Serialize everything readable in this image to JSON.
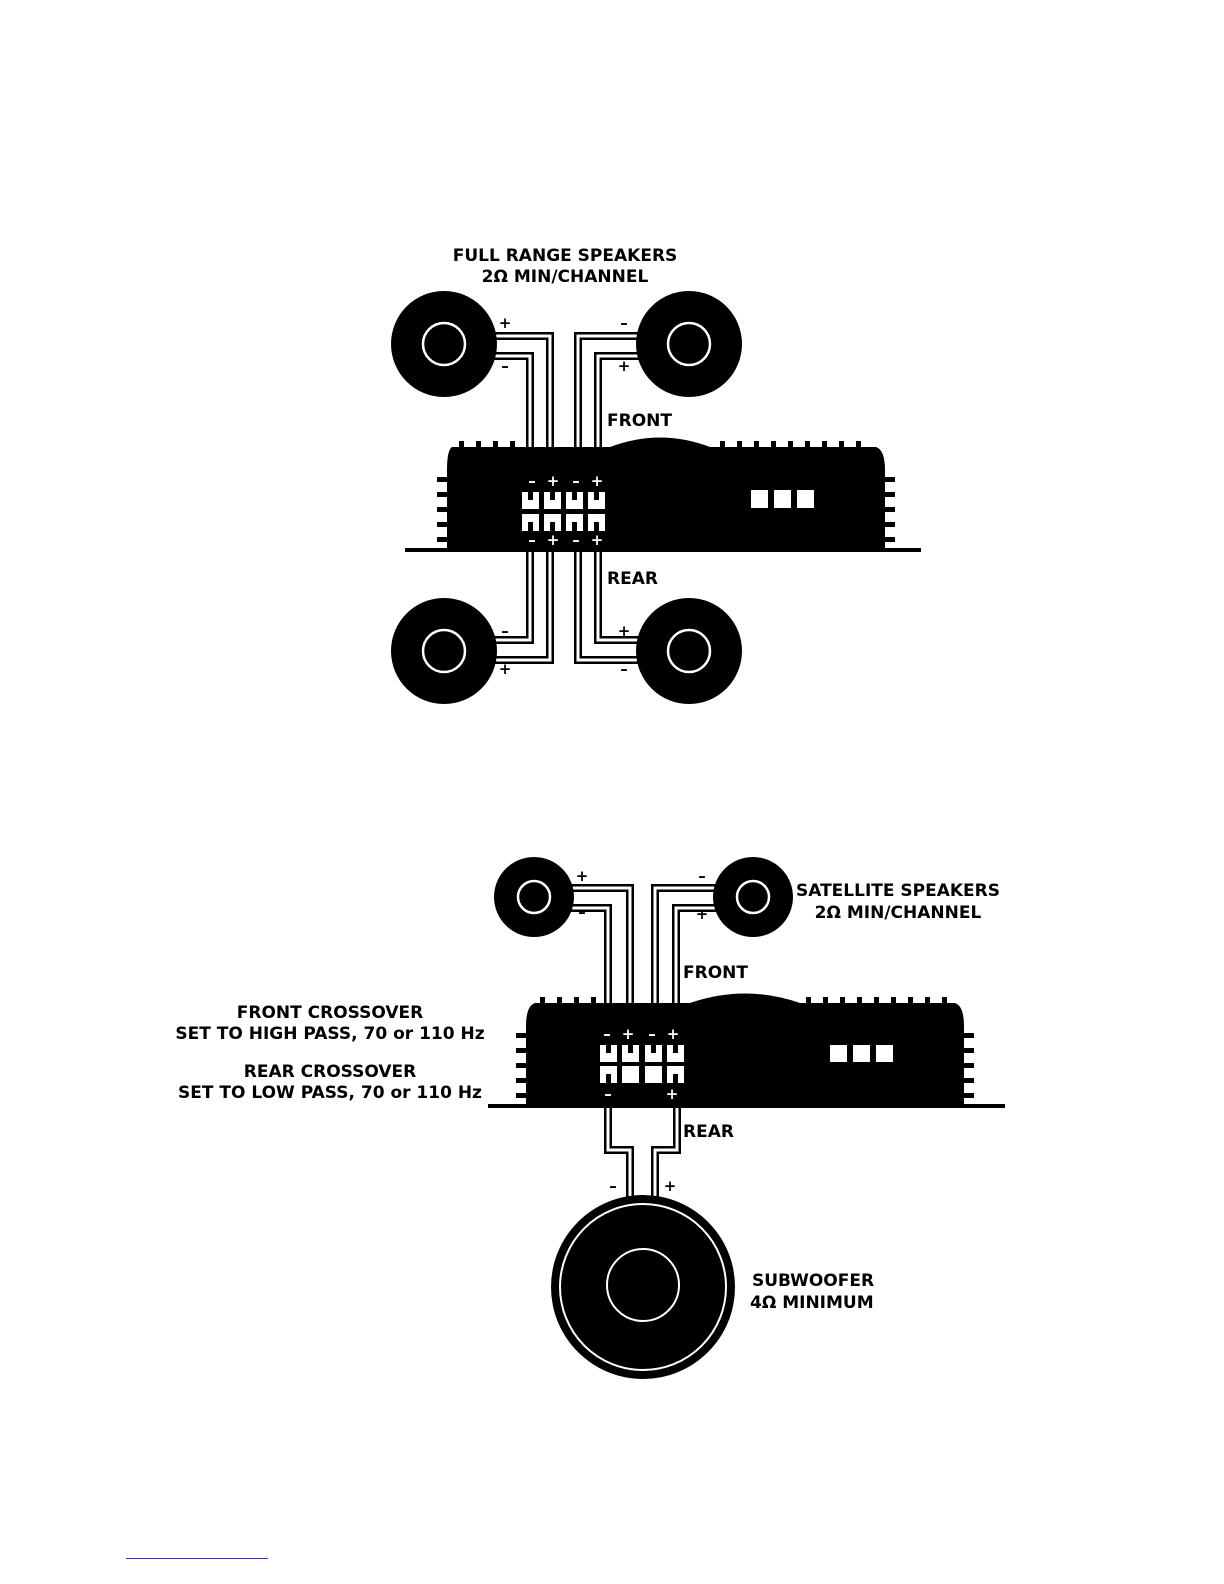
{
  "diagram1": {
    "title_line1": "FULL RANGE SPEAKERS",
    "title_line2": "2Ω MIN/CHANNEL",
    "front_label": "FRONT",
    "rear_label": "REAR"
  },
  "diagram2": {
    "satellite_line1": "SATELLITE SPEAKERS",
    "satellite_line2": "2Ω MIN/CHANNEL",
    "front_label": "FRONT",
    "rear_label": "REAR",
    "front_crossover_line1": "FRONT CROSSOVER",
    "front_crossover_line2": "SET TO HIGH PASS, 70 or 110 Hz",
    "rear_crossover_line1": "REAR CROSSOVER",
    "rear_crossover_line2": "SET TO LOW PASS, 70 or 110 Hz",
    "subwoofer_line1": "SUBWOOFER",
    "subwoofer_line2": "4Ω MINIMUM"
  },
  "signs": {
    "plus": "+",
    "minus": "–"
  },
  "colors": {
    "ink": "#000000",
    "paper": "#ffffff",
    "footer_rule": "#2a3a9a"
  }
}
